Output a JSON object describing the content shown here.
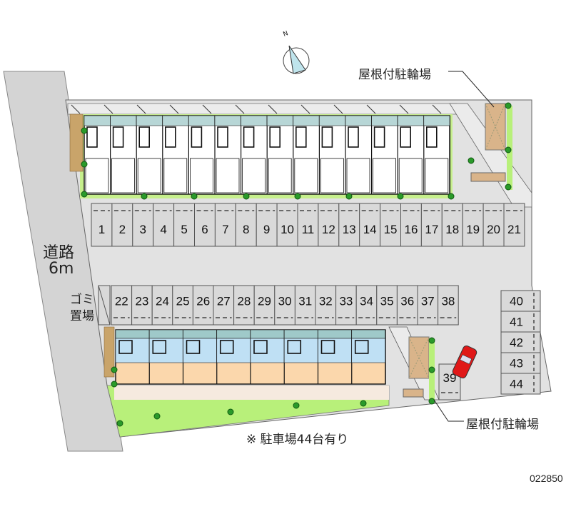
{
  "compass": {
    "label": "N"
  },
  "labels": {
    "bike_shelter_top": "屋根付駐輪場",
    "bike_shelter_bottom": "屋根付駐輪場",
    "road_name": "道路",
    "road_width": "6m",
    "garbage_line1": "ゴミ",
    "garbage_line2": "置場",
    "parking_note": "※ 駐車場44台有り",
    "map_id": "022850"
  },
  "parking": {
    "row_top": [
      "1",
      "2",
      "3",
      "4",
      "5",
      "6",
      "7",
      "8",
      "9",
      "10",
      "11",
      "12",
      "13",
      "14",
      "15",
      "16",
      "17",
      "18",
      "19",
      "20",
      "21"
    ],
    "row_middle": [
      "22",
      "23",
      "24",
      "25",
      "26",
      "27",
      "28",
      "29",
      "30",
      "31",
      "32",
      "33",
      "34",
      "35",
      "36",
      "37",
      "38"
    ],
    "single": "39",
    "column_right": [
      "40",
      "41",
      "42",
      "43",
      "44"
    ]
  },
  "colors": {
    "road": "#d4d4d4",
    "lot": "#e4e4e4",
    "stall": "#d9d9d9",
    "green": "#b8f07a",
    "tree": "#2a9a2a",
    "bike_shelter": "#d9b48a",
    "unit_blue": "#bfe0f4",
    "unit_peach": "#fbd7ac",
    "car": "#e01818"
  }
}
